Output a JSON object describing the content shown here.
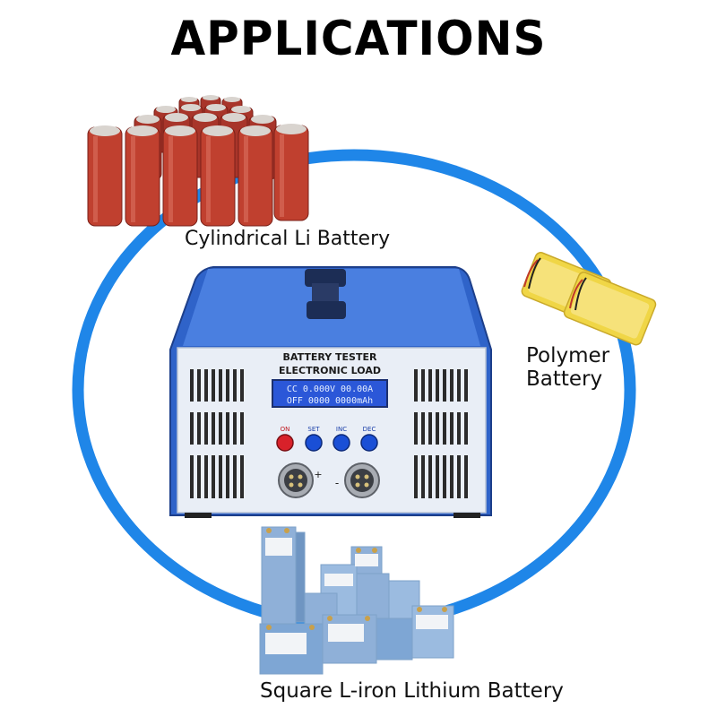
{
  "title": "APPLICATIONS",
  "labels": {
    "cylindrical": "Cylindrical Li Battery",
    "polymer_line1": "Polymer",
    "polymer_line2": "Battery",
    "square": "Square L-iron Lithium Battery"
  },
  "device": {
    "panel_line1": "BATTERY TESTER",
    "panel_line2": "ELECTRONIC LOAD",
    "lcd_line1": "CC 0.000V 00.00A",
    "lcd_line2": "OFF 0000 0000mAh",
    "buttons": [
      "ON",
      "SET",
      "INC",
      "DEC"
    ],
    "terminal_plus": "+",
    "terminal_minus": "-"
  },
  "colors": {
    "ring": "#1f86e8",
    "device_blue": "#2f63c9",
    "device_panel": "#e9eef6",
    "lcd_bg": "#2b57d8",
    "button_on": "#d8212a",
    "button_blue": "#1a4fd6",
    "cell_red": "#b83a2c",
    "polymer_yellow": "#f0d646"
  }
}
